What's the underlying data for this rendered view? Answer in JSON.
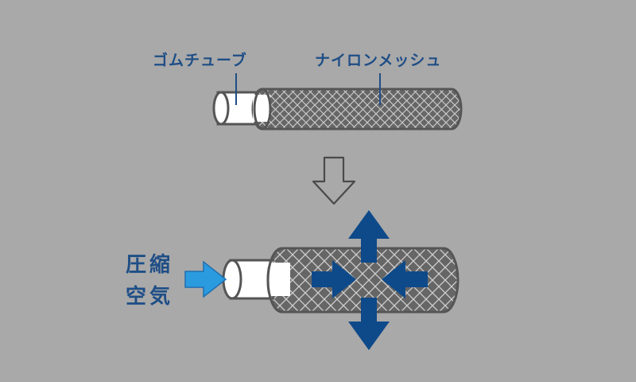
{
  "labels": {
    "rubber_tube": "ゴムチューブ",
    "nylon_mesh": "ナイロンメッシュ",
    "compressed_air_line1": "圧縮",
    "compressed_air_line2": "空気"
  },
  "colors": {
    "background": "#a9a9a9",
    "label_text": "#1f4e86",
    "expansion_arrow": "#0e4a8a",
    "air_arrow": "#2b9be0",
    "outline": "#555555",
    "mesh_fill": "#666666",
    "tube_fill": "#ffffff"
  },
  "icons": {
    "down_arrow": "hollow-down-arrow-icon",
    "air_inflow": "air-inflow-arrow-icon",
    "expansion": "expansion-arrows-icon"
  }
}
